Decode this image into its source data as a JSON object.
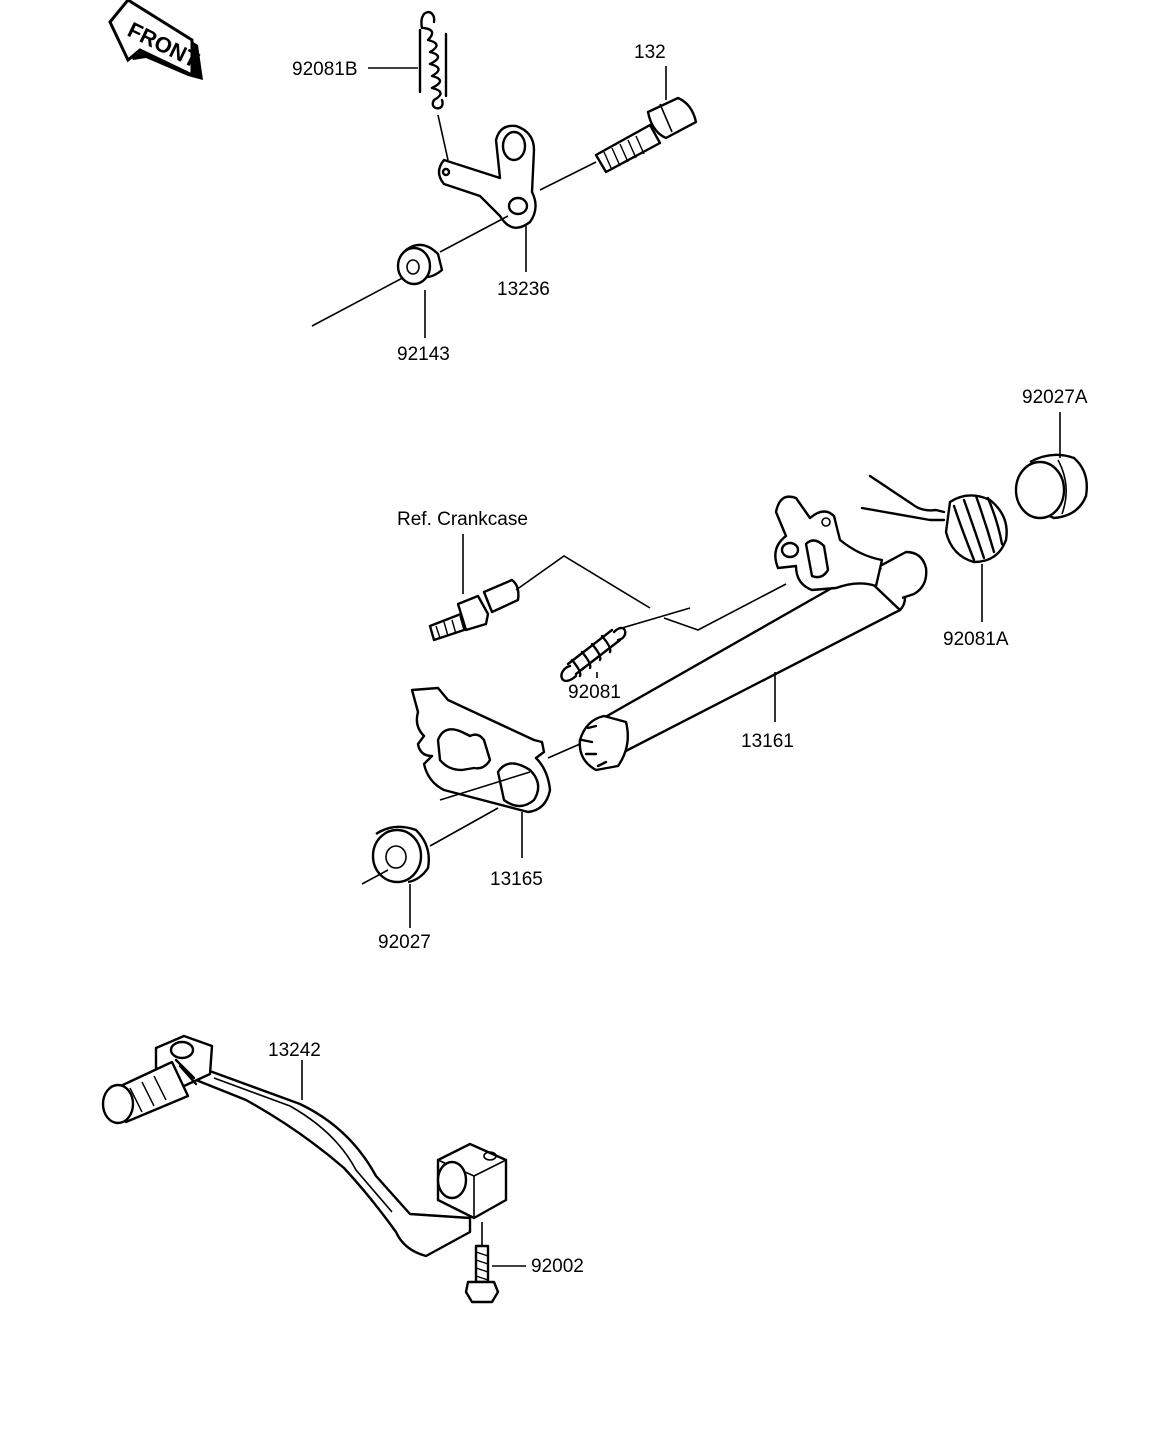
{
  "labels": {
    "front": "FRONT",
    "p92081B": "92081B",
    "p132": "132",
    "p13236": "13236",
    "p92143": "92143",
    "p92027A": "92027A",
    "ref_crankcase": "Ref. Crankcase",
    "p92081A": "92081A",
    "p92081": "92081",
    "p13161": "13161",
    "p13165": "13165",
    "p92027": "92027",
    "p13242": "13242",
    "p92002": "92002"
  }
}
